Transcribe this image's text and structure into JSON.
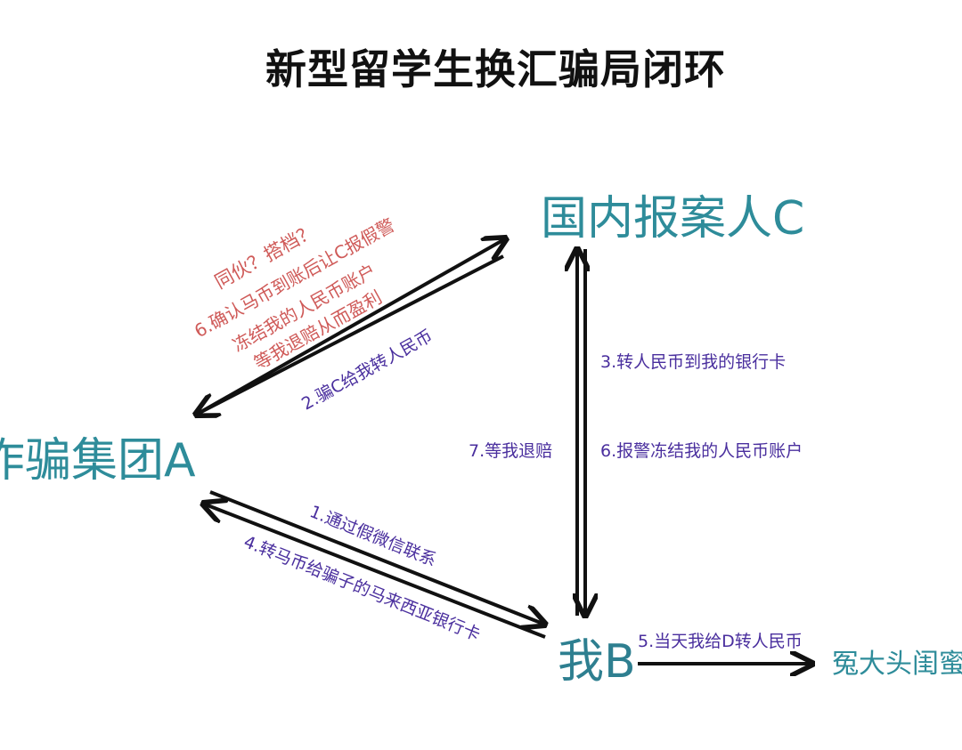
{
  "title": "新型留学生换汇骗局闭环",
  "nodes": {
    "a": "诈骗集团A",
    "b": "我B",
    "c": "国内报案人C",
    "d": "冤大头闺蜜"
  },
  "edges": {
    "e1": "1.通过假微信联系",
    "e2": "2.骗C给我转人民币",
    "e3": "3.转人民币到我的银行卡",
    "e4": "4.转马币给骗子的马来西亚银行卡",
    "e5": "5.当天我给D转人民币",
    "e6_cb": "6.报警冻结我的人民币账户",
    "e7": "7.等我退赔"
  },
  "annotation": {
    "line1": "同伙？搭档？",
    "line2": "6.确认马币到账后让C报假警",
    "line3": "冻结我的人民币账户",
    "line4": "等我退赔从而盈利"
  },
  "colors": {
    "node": "#2e8c9a",
    "label": "#4a2f9e",
    "annotation": "#cf5a58",
    "arrow": "#111111"
  }
}
